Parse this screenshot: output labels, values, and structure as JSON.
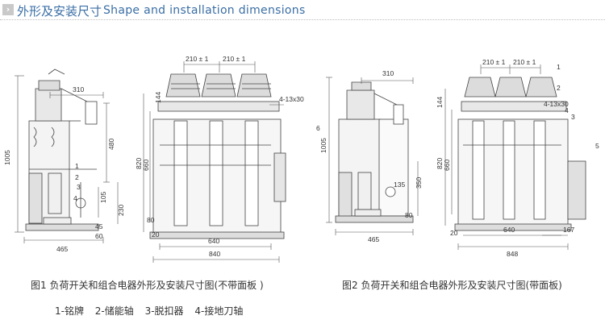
{
  "header": {
    "icon": "arrow-icon",
    "title_cn": "外形及安装尺寸",
    "title_en": "Shape and installation dimensions",
    "accent_color": "#3a6ea5"
  },
  "fig1": {
    "caption": "图1 负荷开关和组合电器外形及安装尺寸图(不带面板 )",
    "dims": [
      "310",
      "1005",
      "480",
      "465",
      "60",
      "45",
      "105",
      "230",
      "210 ± 1",
      "210 ± 1",
      "144",
      "4-13x30",
      "820",
      "660",
      "20",
      "640",
      "840",
      "80"
    ],
    "callouts": [
      "1",
      "2",
      "3",
      "4"
    ]
  },
  "fig2": {
    "caption": "图2 负荷开关和组合电器外形及安装尺寸图(带面板)",
    "dims": [
      "310",
      "1005",
      "465",
      "350",
      "135",
      "80",
      "210 ± 1",
      "210 ± 1",
      "144",
      "4-13x30",
      "820",
      "660",
      "20",
      "640",
      "848",
      "167"
    ],
    "callouts": [
      "1",
      "2",
      "3",
      "4",
      "5",
      "6"
    ]
  },
  "legend": [
    "1-铭牌",
    "2-储能轴",
    "3-脱扣器",
    "4-接地刀轴"
  ]
}
